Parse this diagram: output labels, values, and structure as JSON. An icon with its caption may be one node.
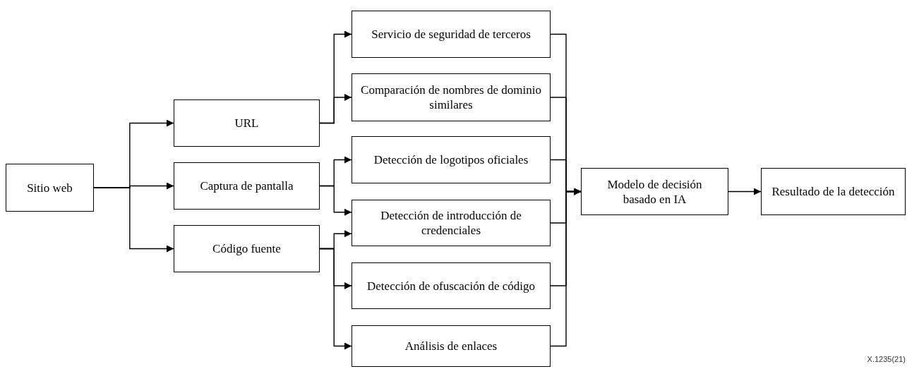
{
  "diagram": {
    "nodes": [
      {
        "text": [
          "Sitio web"
        ]
      },
      {
        "text": [
          "URL"
        ]
      },
      {
        "text": [
          "Captura de pantalla"
        ]
      },
      {
        "text": [
          "Código fuente"
        ]
      },
      {
        "text": [
          "Servicio de seguridad de terceros"
        ]
      },
      {
        "text": [
          "Comparación de nombres de dominio similares"
        ]
      },
      {
        "text": [
          "Detección de logotipos oficiales"
        ]
      },
      {
        "text": [
          "Detección de introducción de credenciales"
        ]
      },
      {
        "text": [
          "Detección de ofuscación de código"
        ]
      },
      {
        "text": [
          "Análisis de enlaces"
        ]
      },
      {
        "text": [
          "Modelo de decisión basado en IA"
        ]
      },
      {
        "text": [
          "Resultado de la detección"
        ]
      }
    ],
    "edges": [
      {
        "from": 0,
        "to": 1,
        "arrow": "to"
      },
      {
        "from": 0,
        "to": 2,
        "arrow": "to"
      },
      {
        "from": 0,
        "to": 3,
        "arrow": "to"
      },
      {
        "from": 1,
        "to": 4,
        "arrow": "to"
      },
      {
        "from": 1,
        "to": 5,
        "arrow": "to"
      },
      {
        "from": 2,
        "to": 6,
        "arrow": "to"
      },
      {
        "from": 2,
        "to": 7,
        "arrow": "to"
      },
      {
        "from": 3,
        "to": 7,
        "arrow": "to"
      },
      {
        "from": 3,
        "to": 8,
        "arrow": "to"
      },
      {
        "from": 3,
        "to": 9,
        "arrow": "to"
      },
      {
        "from": 4,
        "to": 10,
        "arrow": "to"
      },
      {
        "from": 5,
        "to": 10,
        "arrow": "to"
      },
      {
        "from": 6,
        "to": 10,
        "arrow": "to"
      },
      {
        "from": 7,
        "to": 10,
        "arrow": "to"
      },
      {
        "from": 8,
        "to": 10,
        "arrow": "to"
      },
      {
        "from": 9,
        "to": 10,
        "arrow": "to"
      },
      {
        "from": 10,
        "to": 11,
        "arrow": "to"
      }
    ],
    "labels": [
      "X.1235(21)"
    ]
  }
}
